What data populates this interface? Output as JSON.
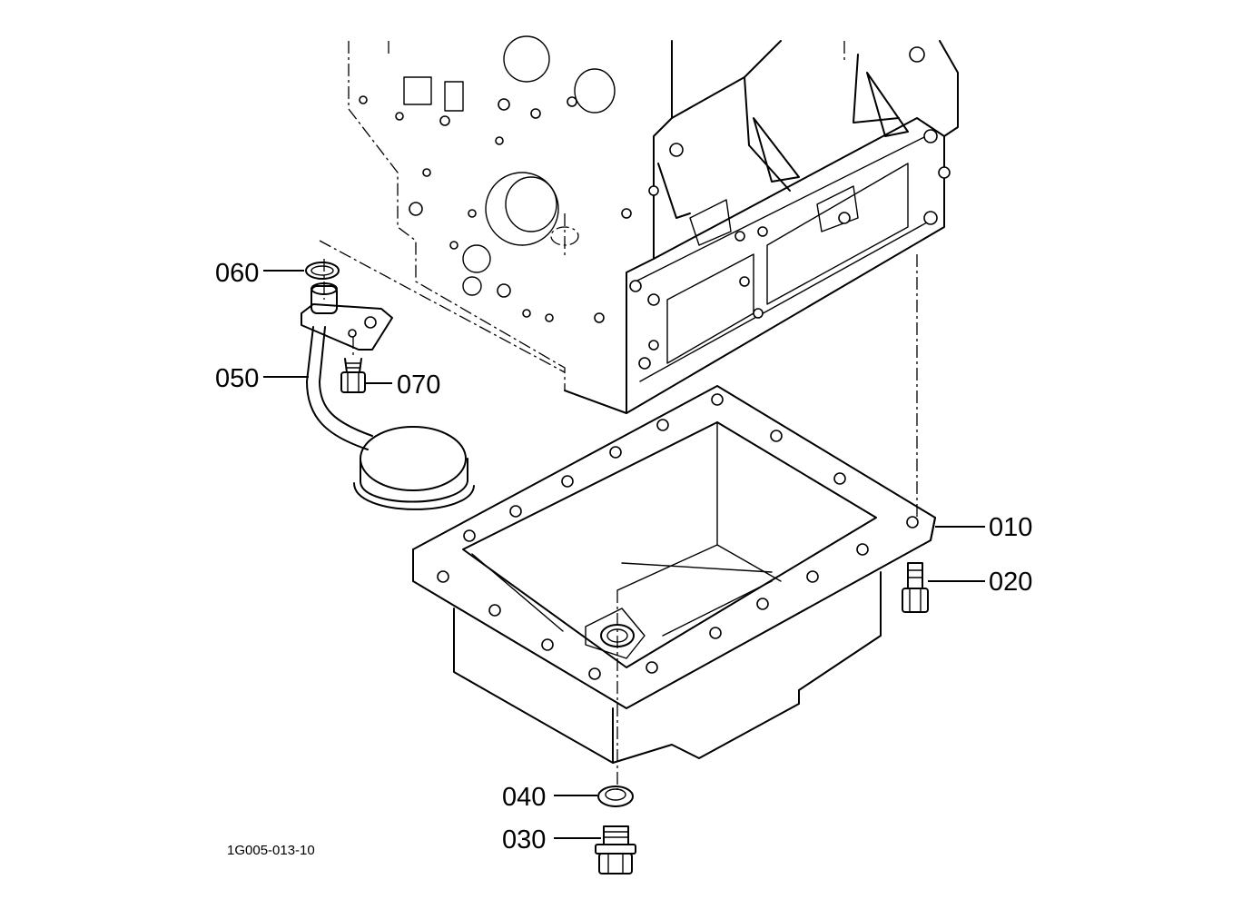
{
  "figure_id": "1G005-013-10",
  "callouts": {
    "c010": "010",
    "c020": "020",
    "c030": "030",
    "c040": "040",
    "c050": "050",
    "c060": "060",
    "c070": "070"
  },
  "colors": {
    "ink": "#000000",
    "paper": "#ffffff"
  }
}
